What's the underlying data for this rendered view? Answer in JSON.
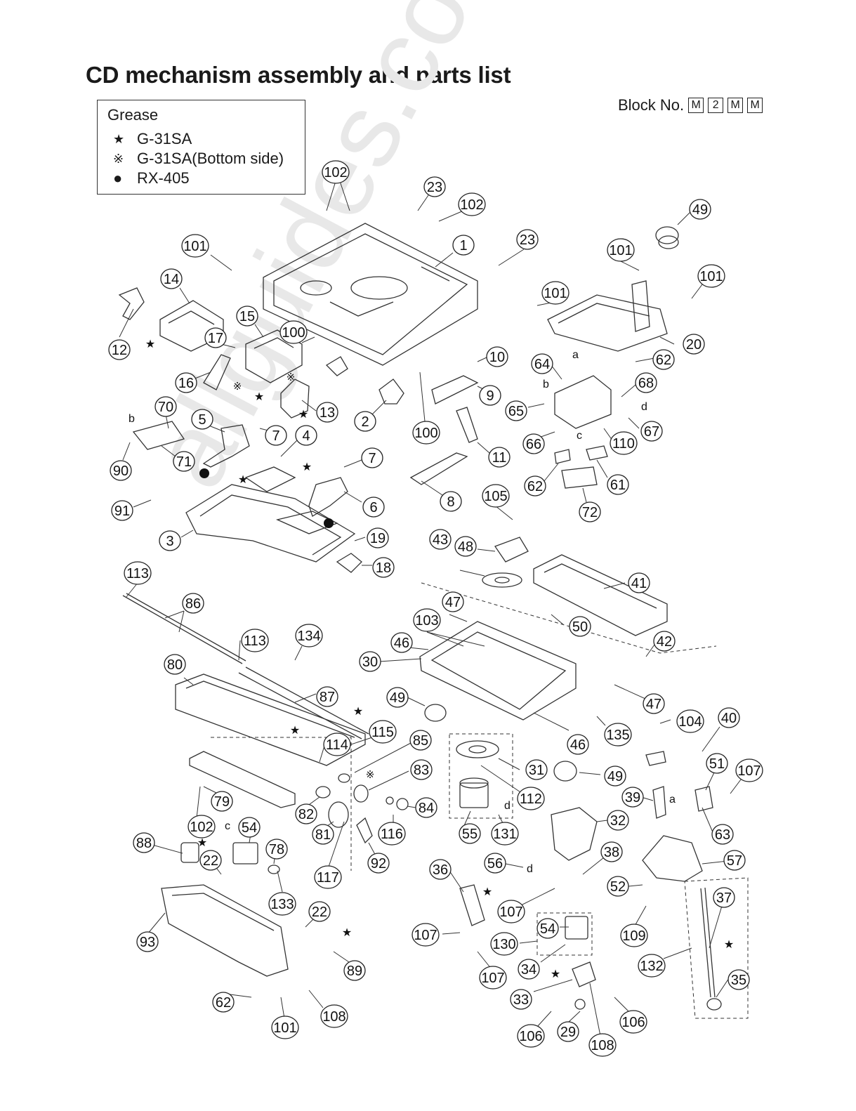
{
  "title": "CD mechanism assembly and parts list",
  "block": {
    "label": "Block No.",
    "codes": [
      "M",
      "2",
      "M",
      "M"
    ]
  },
  "legend": {
    "heading": "Grease",
    "items": [
      {
        "symbol": "★",
        "name": "G-31SA"
      },
      {
        "symbol": "※",
        "name": "G-31SA(Bottom side)"
      },
      {
        "symbol": "●",
        "name": "RX-405"
      }
    ]
  },
  "watermark": "allguides.com",
  "callouts": [
    {
      "n": "102"
    },
    {
      "n": "23"
    },
    {
      "n": "102"
    },
    {
      "n": "49"
    },
    {
      "n": "1"
    },
    {
      "n": "23"
    },
    {
      "n": "101"
    },
    {
      "n": "101"
    },
    {
      "n": "101"
    },
    {
      "n": "101"
    },
    {
      "n": "14"
    },
    {
      "n": "15"
    },
    {
      "n": "100"
    },
    {
      "n": "17"
    },
    {
      "n": "12"
    },
    {
      "n": "16"
    },
    {
      "n": "13"
    },
    {
      "n": "2"
    },
    {
      "n": "10"
    },
    {
      "n": "9"
    },
    {
      "n": "100"
    },
    {
      "n": "20"
    },
    {
      "n": "62"
    },
    {
      "n": "64"
    },
    {
      "n": "68"
    },
    {
      "n": "65"
    },
    {
      "n": "67"
    },
    {
      "n": "66"
    },
    {
      "n": "110"
    },
    {
      "n": "11"
    },
    {
      "n": "62"
    },
    {
      "n": "61"
    },
    {
      "n": "72"
    },
    {
      "n": "70"
    },
    {
      "n": "5"
    },
    {
      "n": "7"
    },
    {
      "n": "4"
    },
    {
      "n": "71"
    },
    {
      "n": "90"
    },
    {
      "n": "7"
    },
    {
      "n": "8"
    },
    {
      "n": "6"
    },
    {
      "n": "91"
    },
    {
      "n": "105"
    },
    {
      "n": "3"
    },
    {
      "n": "19"
    },
    {
      "n": "18"
    },
    {
      "n": "48"
    },
    {
      "n": "43"
    },
    {
      "n": "41"
    },
    {
      "n": "113"
    },
    {
      "n": "86"
    },
    {
      "n": "47"
    },
    {
      "n": "103"
    },
    {
      "n": "50"
    },
    {
      "n": "113"
    },
    {
      "n": "134"
    },
    {
      "n": "46"
    },
    {
      "n": "42"
    },
    {
      "n": "30"
    },
    {
      "n": "80"
    },
    {
      "n": "87"
    },
    {
      "n": "47"
    },
    {
      "n": "49"
    },
    {
      "n": "104"
    },
    {
      "n": "40"
    },
    {
      "n": "115"
    },
    {
      "n": "46"
    },
    {
      "n": "135"
    },
    {
      "n": "114"
    },
    {
      "n": "85"
    },
    {
      "n": "51"
    },
    {
      "n": "107"
    },
    {
      "n": "31"
    },
    {
      "n": "49"
    },
    {
      "n": "83"
    },
    {
      "n": "79"
    },
    {
      "n": "82"
    },
    {
      "n": "112"
    },
    {
      "n": "39"
    },
    {
      "n": "84"
    },
    {
      "n": "116"
    },
    {
      "n": "81"
    },
    {
      "n": "32"
    },
    {
      "n": "63"
    },
    {
      "n": "102"
    },
    {
      "n": "55"
    },
    {
      "n": "131"
    },
    {
      "n": "54"
    },
    {
      "n": "78"
    },
    {
      "n": "88"
    },
    {
      "n": "22"
    },
    {
      "n": "92"
    },
    {
      "n": "117"
    },
    {
      "n": "56"
    },
    {
      "n": "38"
    },
    {
      "n": "57"
    },
    {
      "n": "36"
    },
    {
      "n": "52"
    },
    {
      "n": "37"
    },
    {
      "n": "133"
    },
    {
      "n": "107"
    },
    {
      "n": "22"
    },
    {
      "n": "93"
    },
    {
      "n": "54"
    },
    {
      "n": "109"
    },
    {
      "n": "107"
    },
    {
      "n": "130"
    },
    {
      "n": "89"
    },
    {
      "n": "107"
    },
    {
      "n": "34"
    },
    {
      "n": "132"
    },
    {
      "n": "35"
    },
    {
      "n": "33"
    },
    {
      "n": "62"
    },
    {
      "n": "108"
    },
    {
      "n": "106"
    },
    {
      "n": "101"
    },
    {
      "n": "106"
    },
    {
      "n": "29"
    },
    {
      "n": "108"
    }
  ],
  "letters": [
    "a",
    "b",
    "c",
    "d",
    "b",
    "c",
    "d",
    "a",
    "d"
  ]
}
